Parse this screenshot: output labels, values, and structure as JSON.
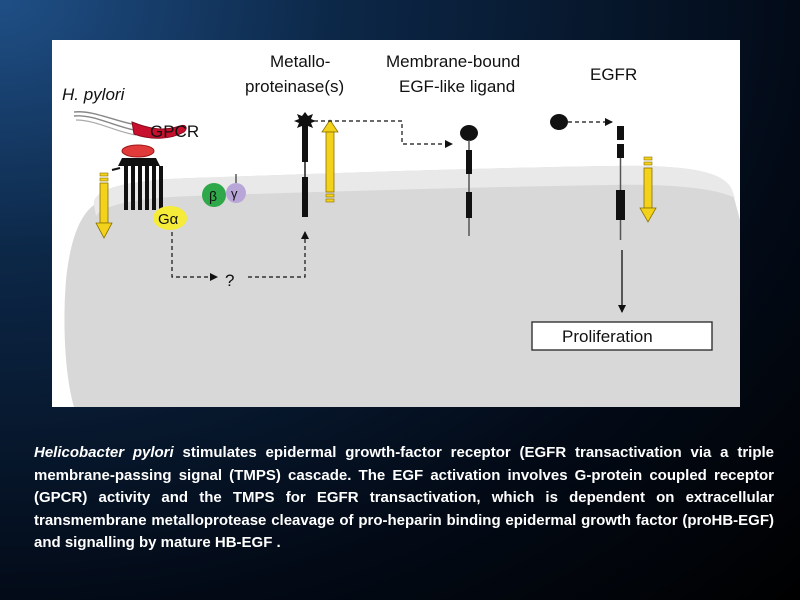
{
  "figure": {
    "labels": {
      "h_pylori": "H. pylori",
      "gpcr": "GPCR",
      "metalloproteinase_line1": "Metallo-",
      "metalloproteinase_line2": "proteinase(s)",
      "ligand_line1": "Membrane-bound",
      "ligand_line2": "EGF-like ligand",
      "egfr": "EGFR",
      "g_alpha": "Gα",
      "g_beta": "β",
      "g_gamma": "γ",
      "unknown_step": "?",
      "proliferation": "Proliferation"
    },
    "colors": {
      "cell": "#d8d8d8",
      "membrane_band": "#e9e9e9",
      "arrow_yellow": "#f2d21a",
      "g_alpha": "#f5ec3a",
      "g_beta": "#2fa84a",
      "g_gamma": "#b9a6d9",
      "bacterium": "#c8102e"
    }
  },
  "caption": {
    "italic_lead": "Helicobacter pylori",
    "body": " stimulates epidermal growth-factor receptor (EGFR transactivation via a triple membrane-passing signal (TMPS) cascade. The EGF activation involves G-protein coupled receptor (GPCR) activity and the TMPS for EGFR transactivation, which is dependent on extracellular transmembrane metalloprotease cleavage of pro-heparin binding epidermal growth factor (proHB-EGF) and signalling by mature HB-EGF ."
  }
}
